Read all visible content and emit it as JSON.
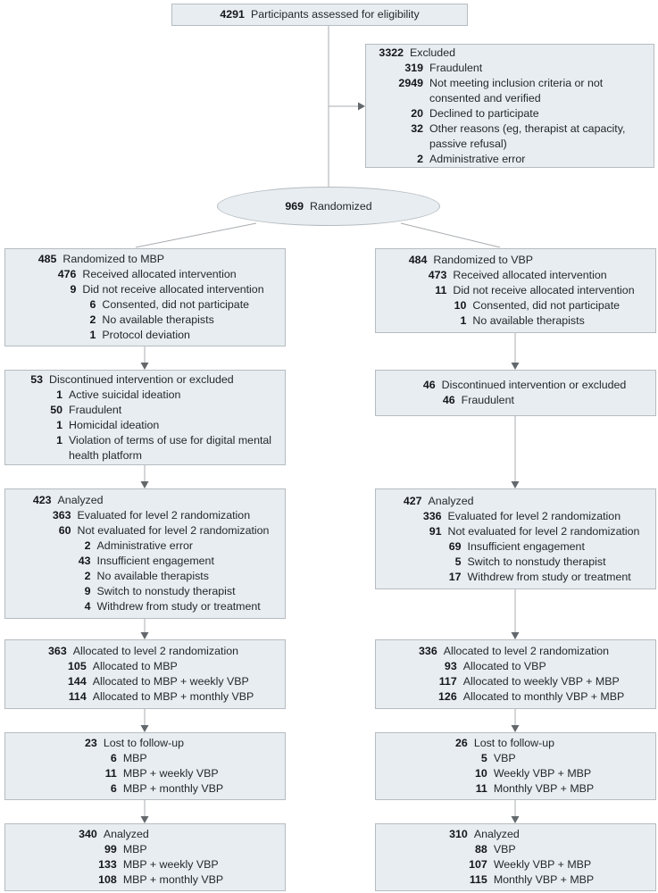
{
  "colors": {
    "box_fill": "#e7edf0",
    "box_border": "#b6bcc1",
    "line": "#a8acb0",
    "arrow": "#63686c",
    "number_color": "#14171b",
    "text_color": "#23282e"
  },
  "boxes": {
    "eligibility": {
      "n": "4291",
      "label": "Participants assessed for eligibility"
    },
    "randomized": {
      "n": "969",
      "label": "Randomized"
    },
    "excluded": {
      "lines": [
        {
          "n": "3322",
          "t": "Excluded",
          "i": 0
        },
        {
          "n": "319",
          "t": "Fraudulent",
          "i": 1
        },
        {
          "n": "2949",
          "t": "Not meeting inclusion criteria or not consented and verified",
          "i": 1
        },
        {
          "n": "20",
          "t": "Declined to participate",
          "i": 1
        },
        {
          "n": "32",
          "t": "Other reasons (eg, therapist at capacity, passive refusal)",
          "i": 1
        },
        {
          "n": "2",
          "t": "Administrative error",
          "i": 1
        }
      ]
    },
    "mbp_randomized": {
      "lines": [
        {
          "n": "485",
          "t": "Randomized to MBP",
          "i": 0
        },
        {
          "n": "476",
          "t": "Received allocated intervention",
          "i": 1
        },
        {
          "n": "9",
          "t": "Did not receive allocated intervention",
          "i": 1
        },
        {
          "n": "6",
          "t": "Consented, did not participate",
          "i": 2
        },
        {
          "n": "2",
          "t": "No available therapists",
          "i": 2
        },
        {
          "n": "1",
          "t": "Protocol deviation",
          "i": 2
        }
      ]
    },
    "vbp_randomized": {
      "lines": [
        {
          "n": "484",
          "t": "Randomized to VBP",
          "i": 0
        },
        {
          "n": "473",
          "t": "Received allocated intervention",
          "i": 1
        },
        {
          "n": "11",
          "t": "Did not receive allocated intervention",
          "i": 1
        },
        {
          "n": "10",
          "t": "Consented, did not participate",
          "i": 2
        },
        {
          "n": "1",
          "t": "No available therapists",
          "i": 2
        }
      ]
    },
    "mbp_discontinued": {
      "lines": [
        {
          "n": "53",
          "t": "Discontinued intervention or excluded",
          "i": 0
        },
        {
          "n": "1",
          "t": "Active suicidal ideation",
          "i": 1
        },
        {
          "n": "50",
          "t": "Fraudulent",
          "i": 1
        },
        {
          "n": "1",
          "t": "Homicidal ideation",
          "i": 1
        },
        {
          "n": "1",
          "t": "Violation of terms of use for digital mental health platform",
          "i": 1
        }
      ]
    },
    "vbp_discontinued": {
      "lines": [
        {
          "n": "46",
          "t": "Discontinued intervention or excluded",
          "i": 0
        },
        {
          "n": "46",
          "t": "Fraudulent",
          "i": 1
        }
      ]
    },
    "mbp_analyzed_level1": {
      "lines": [
        {
          "n": "423",
          "t": "Analyzed",
          "i": 0
        },
        {
          "n": "363",
          "t": "Evaluated for level 2 randomization",
          "i": 1
        },
        {
          "n": "60",
          "t": "Not evaluated for level 2 randomization",
          "i": 1
        },
        {
          "n": "2",
          "t": "Administrative error",
          "i": 2
        },
        {
          "n": "43",
          "t": "Insufficient engagement",
          "i": 2
        },
        {
          "n": "2",
          "t": "No available therapists",
          "i": 2
        },
        {
          "n": "9",
          "t": "Switch to nonstudy therapist",
          "i": 2
        },
        {
          "n": "4",
          "t": "Withdrew from study or treatment",
          "i": 2
        }
      ]
    },
    "vbp_analyzed_level1": {
      "lines": [
        {
          "n": "427",
          "t": "Analyzed",
          "i": 0
        },
        {
          "n": "336",
          "t": "Evaluated for level 2 randomization",
          "i": 1
        },
        {
          "n": "91",
          "t": "Not evaluated for level 2 randomization",
          "i": 1
        },
        {
          "n": "69",
          "t": "Insufficient engagement",
          "i": 2
        },
        {
          "n": "5",
          "t": "Switch to nonstudy therapist",
          "i": 2
        },
        {
          "n": "17",
          "t": "Withdrew from study or treatment",
          "i": 2
        }
      ]
    },
    "mbp_allocated_level2": {
      "lines": [
        {
          "n": "363",
          "t": "Allocated to level 2 randomization",
          "i": 0
        },
        {
          "n": "105",
          "t": "Allocated to MBP",
          "i": 1
        },
        {
          "n": "144",
          "t": "Allocated to MBP + weekly VBP",
          "i": 1
        },
        {
          "n": "114",
          "t": "Allocated to MBP + monthly VBP",
          "i": 1
        }
      ]
    },
    "vbp_allocated_level2": {
      "lines": [
        {
          "n": "336",
          "t": "Allocated to level 2 randomization",
          "i": 0
        },
        {
          "n": "93",
          "t": "Allocated to VBP",
          "i": 1
        },
        {
          "n": "117",
          "t": "Allocated to weekly VBP + MBP",
          "i": 1
        },
        {
          "n": "126",
          "t": "Allocated to monthly VBP + MBP",
          "i": 1
        }
      ]
    },
    "mbp_lost_followup": {
      "lines": [
        {
          "n": "23",
          "t": "Lost to follow-up",
          "i": 0
        },
        {
          "n": "6",
          "t": "MBP",
          "i": 1
        },
        {
          "n": "11",
          "t": "MBP + weekly VBP",
          "i": 1
        },
        {
          "n": "6",
          "t": "MBP + monthly VBP",
          "i": 1
        }
      ]
    },
    "vbp_lost_followup": {
      "lines": [
        {
          "n": "26",
          "t": "Lost to follow-up",
          "i": 0
        },
        {
          "n": "5",
          "t": "VBP",
          "i": 1
        },
        {
          "n": "10",
          "t": "Weekly VBP + MBP",
          "i": 1
        },
        {
          "n": "11",
          "t": "Monthly VBP + MBP",
          "i": 1
        }
      ]
    },
    "mbp_analyzed_level2": {
      "lines": [
        {
          "n": "340",
          "t": "Analyzed",
          "i": 0
        },
        {
          "n": "99",
          "t": "MBP",
          "i": 1
        },
        {
          "n": "133",
          "t": "MBP + weekly VBP",
          "i": 1
        },
        {
          "n": "108",
          "t": "MBP + monthly VBP",
          "i": 1
        }
      ]
    },
    "vbp_analyzed_level2": {
      "lines": [
        {
          "n": "310",
          "t": "Analyzed",
          "i": 0
        },
        {
          "n": "88",
          "t": "VBP",
          "i": 1
        },
        {
          "n": "107",
          "t": "Weekly VBP + MBP",
          "i": 1
        },
        {
          "n": "115",
          "t": "Monthly VBP + MBP",
          "i": 1
        }
      ]
    }
  }
}
